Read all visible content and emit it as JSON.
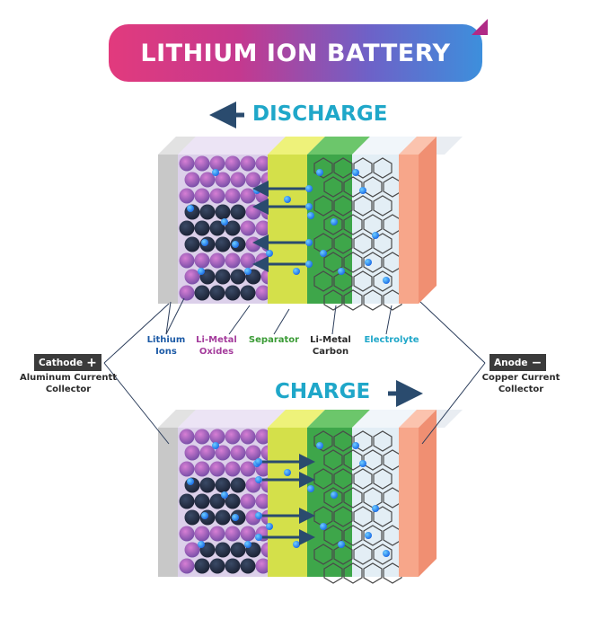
{
  "title": "LITHIUM ION BATTERY",
  "headings": {
    "discharge": "DISCHARGE",
    "charge": "CHARGE"
  },
  "labels": {
    "lithium_ions": "Lithium Ions",
    "li_metal_oxides": "Li-Metal Oxides",
    "separator": "Separator",
    "li_metal_carbon": "Li-Metal Carbon",
    "electrolyte": "Electrolyte"
  },
  "cathode": {
    "tag": "Cathode",
    "symbol": "+",
    "collector": "Aluminum Currentt Collector"
  },
  "anode": {
    "tag": "Anode",
    "symbol": "−",
    "collector": "Copper Current Collector"
  },
  "colors": {
    "cathode_plate": "#c8c8c8",
    "separator": "#d4e04a",
    "anode_zone": "#3ea64a",
    "anode_plate": "#f7a68a",
    "ion": "#1e6fe8",
    "arrow": "#2a4b6e",
    "heading": "#1fa7c9",
    "label_blue": "#1c5aa6",
    "label_purple": "#a43c9c",
    "label_green": "#3a9b35"
  },
  "icons": [
    "arrow-left-icon",
    "arrow-right-icon"
  ]
}
